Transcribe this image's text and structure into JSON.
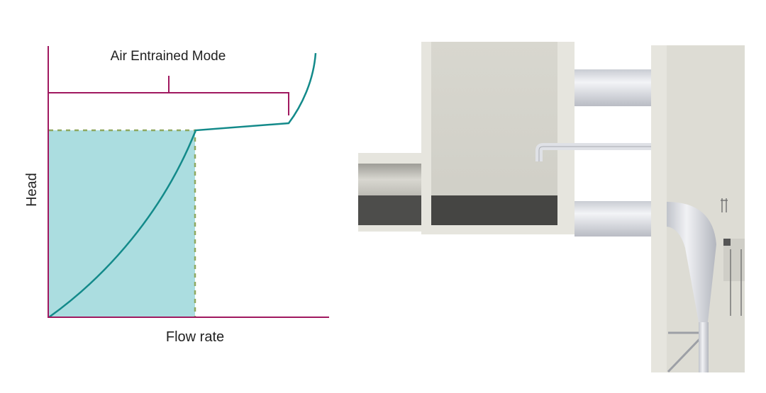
{
  "chart": {
    "top_label": "Air Entrained Mode",
    "y_axis_label": "Head",
    "x_axis_label": "Flow rate"
  },
  "colors": {
    "axis": "#a0185f",
    "curve": "#138a8a",
    "fill": "#abdde0",
    "dash": "#8fa860",
    "concrete": "#e4e3db",
    "pipe": "#dde0e6",
    "dark_channel": "#4a4a4a"
  }
}
